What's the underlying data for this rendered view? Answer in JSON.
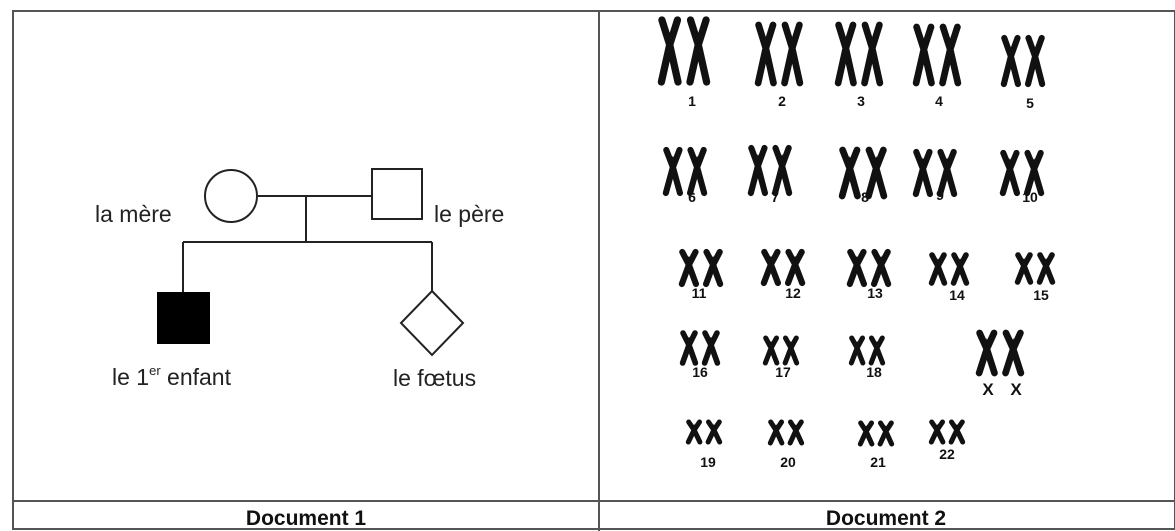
{
  "document1": {
    "caption": "Document 1",
    "mother_label": "la mère",
    "father_label": "le père",
    "child_label_pre": "le 1",
    "child_label_sup": "er",
    "child_label_post": " enfant",
    "fetus_label": "le fœtus"
  },
  "document2": {
    "caption": "Document 2",
    "chromosomes": [
      {
        "label": "1"
      },
      {
        "label": "2"
      },
      {
        "label": "3"
      },
      {
        "label": "4"
      },
      {
        "label": "5"
      },
      {
        "label": "6"
      },
      {
        "label": "7"
      },
      {
        "label": "8"
      },
      {
        "label": "9"
      },
      {
        "label": "10"
      },
      {
        "label": "11"
      },
      {
        "label": "12"
      },
      {
        "label": "13"
      },
      {
        "label": "14"
      },
      {
        "label": "15"
      },
      {
        "label": "16"
      },
      {
        "label": "17"
      },
      {
        "label": "18"
      },
      {
        "label": "19"
      },
      {
        "label": "20"
      },
      {
        "label": "21"
      },
      {
        "label": "22"
      }
    ],
    "sex_chromosome_labels": [
      "X",
      "X"
    ]
  }
}
